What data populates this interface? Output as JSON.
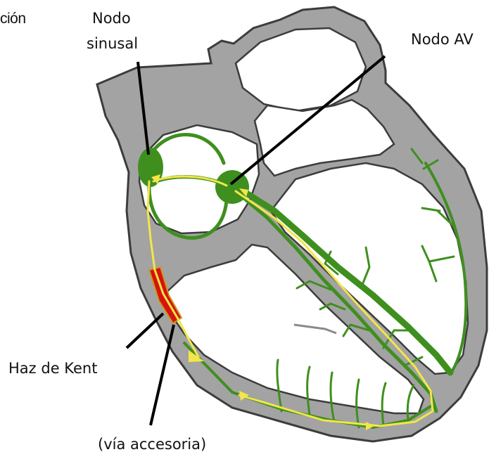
{
  "labels": {
    "title_fragment": "ción",
    "sa_node_line1": "Nodo",
    "sa_node_line2": "sinusal",
    "av_node": "Nodo AV",
    "kent_bundle": "Haz de Kent",
    "accessory_pathway": "(vía accesoria)"
  },
  "colors": {
    "heart_wall": "#a3a3a3",
    "wall_outline": "#3c3c3c",
    "chamber": "#ffffff",
    "conduction": "#3f8f1f",
    "impulse": "#f2e64a",
    "accessory": "#d8120e",
    "pointer": "#000000"
  }
}
